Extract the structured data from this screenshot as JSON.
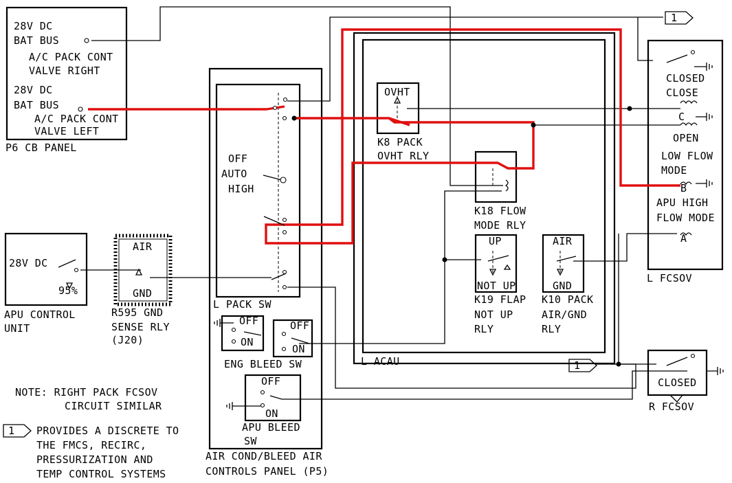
{
  "labels": {
    "p6_28v_a": "28V DC",
    "p6_bat_a": "BAT BUS",
    "p6_valve_right_1": "A/C PACK CONT",
    "p6_valve_right_2": "VALVE RIGHT",
    "p6_28v_b": "28V DC",
    "p6_bat_b": "BAT BUS",
    "p6_valve_left_1": "A/C PACK CONT",
    "p6_valve_left_2": "VALVE LEFT",
    "p6_panel": "P6 CB PANEL",
    "apu_28v": "28V DC",
    "apu_pct": "95%",
    "apu_unit_1": "APU CONTROL",
    "apu_unit_2": "UNIT",
    "r595_air": "AIR",
    "r595_gnd": "GND",
    "r595_1": "R595 GND",
    "r595_2": "SENSE RLY",
    "r595_3": "(J20)",
    "sw_off": "OFF",
    "sw_auto": "AUTO",
    "sw_high": "HIGH",
    "l_pack_sw": "L PACK SW",
    "eng_off": "OFF",
    "eng_on": "ON",
    "eng_off2": "OFF",
    "eng_on2": "ON",
    "eng_bleed_sw": "ENG BLEED SW",
    "apu_off": "OFF",
    "apu_on": "ON",
    "apu_bleed_1": "APU BLEED",
    "apu_bleed_2": "SW",
    "p5_1": "AIR COND/BLEED AIR",
    "p5_2": "CONTROLS PANEL (P5)",
    "k8_ovht": "OVHT",
    "k8_1": "K8 PACK",
    "k8_2": "OVHT RLY",
    "k18_1": "K18 FLOW",
    "k18_2": "MODE RLY",
    "k19_up": "UP",
    "k19_notup": "NOT UP",
    "k19_1": "K19 FLAP",
    "k19_2": "NOT UP",
    "k19_3": "RLY",
    "k10_air": "AIR",
    "k10_gnd": "GND",
    "k10_1": "K10 PACK",
    "k10_2": "AIR/GND",
    "k10_3": "RLY",
    "l_acau": "L ACAU",
    "fcsov_closed": "CLOSED",
    "fcsov_close": "CLOSE",
    "fcsov_c": "C",
    "fcsov_open": "OPEN",
    "fcsov_low_1": "LOW FLOW",
    "fcsov_low_2": "MODE",
    "fcsov_b": "B",
    "fcsov_apu_1": "APU HIGH",
    "fcsov_apu_2": "FLOW MODE",
    "fcsov_a": "A",
    "l_fcsov": "L FCSOV",
    "r_closed": "CLOSED",
    "r_fcsov": "R FCSOV",
    "flag_1_top": "1",
    "flag_1_mid": "1",
    "flag_1_note": "1",
    "note_1": "NOTE:  RIGHT PACK FCSOV",
    "note_2": "CIRCUIT SIMILAR",
    "ref_1": "PROVIDES A DISCRETE TO",
    "ref_2": "THE FMCS, RECIRC,",
    "ref_3": "PRESSURIZATION AND",
    "ref_4": "TEMP CONTROL SYSTEMS"
  },
  "colors": {
    "energized_path": "#e01010",
    "wire": "#000000"
  }
}
